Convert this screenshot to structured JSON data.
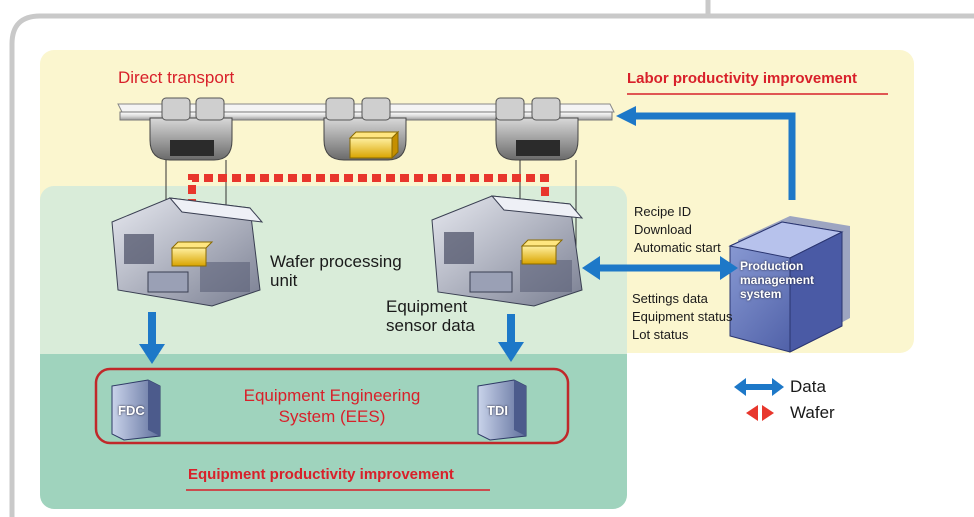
{
  "diagram": {
    "top_left_label": "Direct transport",
    "top_right_label": "Labor productivity improvement",
    "wafer_unit_label_line1": "Wafer processing",
    "wafer_unit_label_line2": "unit",
    "sensor_label_line1": "Equipment",
    "sensor_label_line2": "sensor data",
    "recipe_lines": [
      "Recipe ID",
      "Download",
      "Automatic start"
    ],
    "status_lines": [
      "Settings data",
      "Equipment status",
      "Lot status"
    ],
    "pms_label": [
      "Production",
      "management",
      "system"
    ],
    "ees_line1": "Equipment Engineering",
    "ees_line2": "System (EES)",
    "fdc_label": "FDC",
    "tdi_label": "TDI",
    "bottom_label": "Equipment productivity improvement"
  },
  "legend": {
    "data_label": "Data",
    "wafer_label": "Wafer"
  },
  "colors": {
    "data_arrow": "#1d78c8",
    "wafer_arrow": "#e8362c",
    "accent_red": "#d8202a",
    "yellow_panel": "#fbf6cf",
    "green_light": "#d9ecd9",
    "green_dark": "#9fd3bd"
  }
}
